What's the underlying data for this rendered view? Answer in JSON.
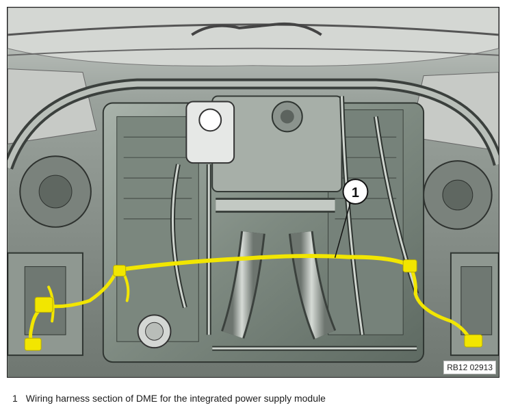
{
  "figure": {
    "code": "RB12 02913",
    "callout": {
      "number": "1"
    },
    "colors": {
      "harness": "#f2e600",
      "frame": "#1a1a1a",
      "metal": "#9aa39d"
    }
  },
  "legend": {
    "items": [
      {
        "number": "1",
        "text": "Wiring harness section of DME for the integrated power supply module"
      }
    ]
  }
}
